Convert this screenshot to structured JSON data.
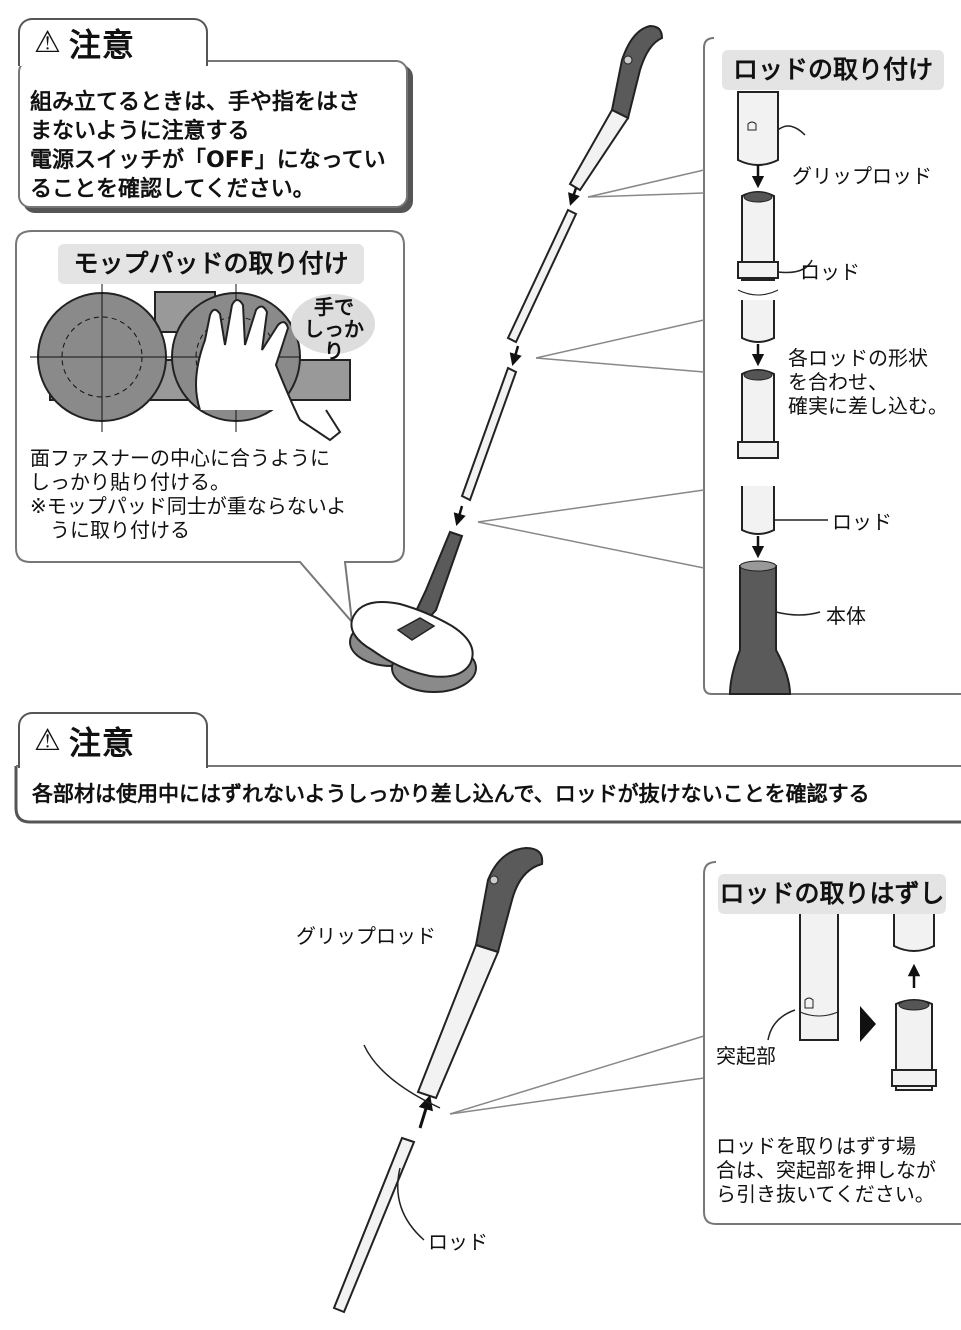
{
  "caution_top": {
    "title": "注意",
    "lines": [
      "組み立てるときは、手や指をはさ",
      "まないように注意する",
      "電源スイッチが「OFF」になってい",
      "ることを確認してください。"
    ]
  },
  "mop_panel": {
    "title": "モップパッドの取り付け",
    "bubble": [
      "手で",
      "しっかり"
    ],
    "desc": [
      "面ファスナーの中心に合うように",
      "しっかり貼り付ける。",
      "※モップパッド同士が重ならないよ",
      "　うに取り付ける"
    ]
  },
  "rod_attach_panel": {
    "title": "ロッドの取り付け",
    "label_grip": "グリップロッド",
    "label_rod1": "ロッド",
    "note": [
      "各ロッドの形状",
      "を合わせ、",
      "確実に差し込む。"
    ],
    "label_rod2": "ロッド",
    "label_body": "本体"
  },
  "caution_mid": {
    "title": "注意",
    "text": "各部材は使用中にはずれないようしっかり差し込んで、ロッドが抜けないことを確認する"
  },
  "bottom": {
    "label_grip": "グリップロッド",
    "label_rod": "ロッド"
  },
  "rod_remove_panel": {
    "title": "ロッドの取りはずし",
    "label_protrusion": "突起部",
    "note": [
      "ロッドを取りはずす場",
      "合は、突起部を押しなが",
      "ら引き抜いてください。"
    ]
  },
  "colors": {
    "frame": "#777777",
    "pill": "#e4e4e4",
    "handle": "#5a5a5a",
    "rod": "#f2f2f2",
    "pad": "#8a8a8a"
  }
}
